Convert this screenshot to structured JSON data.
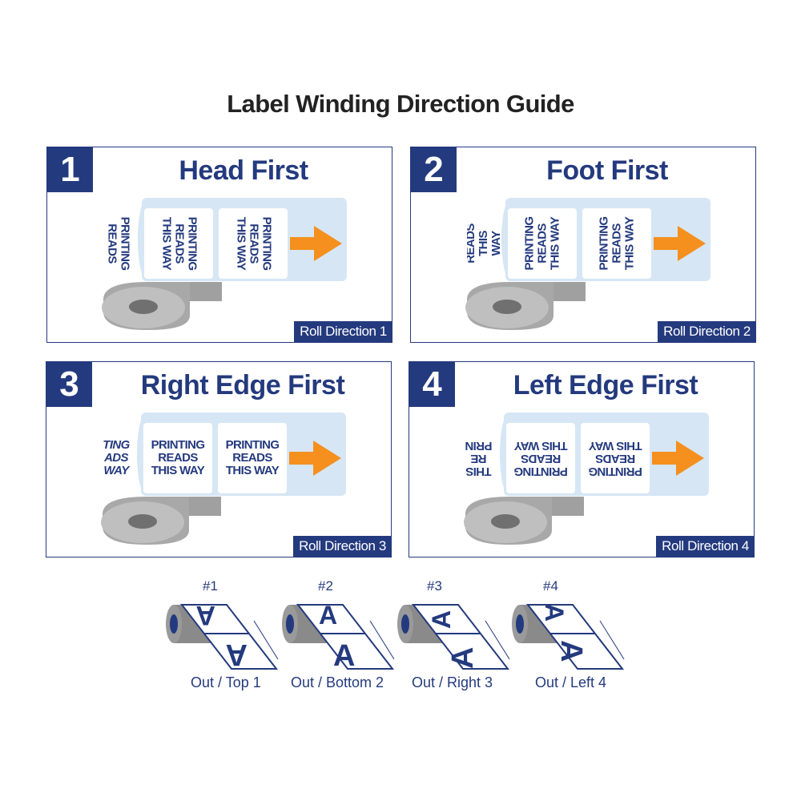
{
  "title": "Label Winding Direction Guide",
  "colors": {
    "navy": "#243a7e",
    "orange": "#f5901e",
    "light_blue": "#d6e6f4",
    "roll_gray": "#bfbfbf"
  },
  "panels": [
    {
      "number": "1",
      "title": "Head First",
      "label_text": "PRINTING\nREADS\nTHIS WAY",
      "partial_text": "PRINTING\nREADS",
      "roll_direction": "Roll Direction 1",
      "orientation": "head-first"
    },
    {
      "number": "2",
      "title": "Foot First",
      "label_text": "PRINTING\nREADS\nTHIS WAY",
      "partial_text": "READS\nTHIS WAY",
      "roll_direction": "Roll Direction 2",
      "orientation": "foot-first"
    },
    {
      "number": "3",
      "title": "Right Edge First",
      "label_text": "PRINTING\nREADS\nTHIS WAY",
      "partial_text": "TING\nADS\nWAY",
      "roll_direction": "Roll Direction 3",
      "orientation": "right-edge-first"
    },
    {
      "number": "4",
      "title": "Left Edge First",
      "label_text": "PRINTING\nREADS\nTHIS WAY",
      "partial_text": "THIS\nRE\nPRIN",
      "roll_direction": "Roll Direction 4",
      "orientation": "left-edge-first"
    }
  ],
  "arrow_icon": "right-arrow-icon",
  "mini_rolls": [
    {
      "number": "#1",
      "caption": "Out / Top 1",
      "letter": "A"
    },
    {
      "number": "#2",
      "caption": "Out / Bottom 2",
      "letter": "A"
    },
    {
      "number": "#3",
      "caption": "Out / Right 3",
      "letter": "A"
    },
    {
      "number": "#4",
      "caption": "Out / Left 4",
      "letter": "A"
    }
  ]
}
